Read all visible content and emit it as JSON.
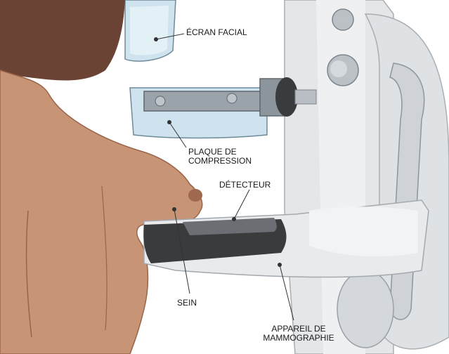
{
  "labels": {
    "face_shield": "ÉCRAN FACIAL",
    "compression_plate": [
      "PLAQUE DE",
      "COMPRESSION"
    ],
    "detector": "DÉTECTEUR",
    "breast": "SEIN",
    "mammography_device": [
      "APPAREIL DE",
      "MAMMOGRAPHIE"
    ]
  },
  "colors": {
    "skin": "#c79476",
    "skin_shadow": "#a0684e",
    "hair": "#6a4334",
    "machine": "#e4e6e8",
    "machine_shadow": "#c3c7cb",
    "detector_dark": "#3a3b3d",
    "shield_blue": "#cfe3ee",
    "leader_line": "#333333"
  }
}
